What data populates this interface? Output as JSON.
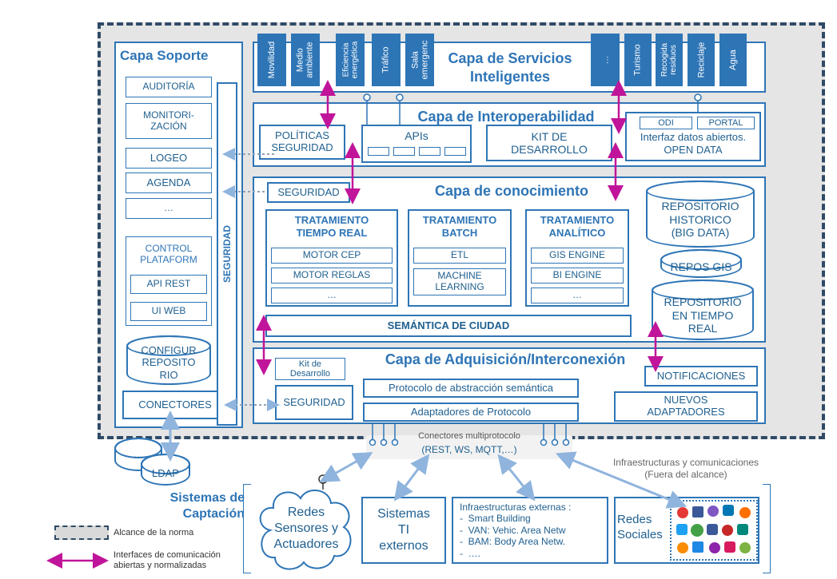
{
  "colors": {
    "accent": "#2e75b6",
    "magenta": "#c0159a",
    "panel": "#e5e5e5",
    "scope_border": "#2f4a66"
  },
  "support": {
    "title": "Capa Soporte",
    "items": [
      "AUDITORÍA",
      "MONITORI-\nZACIÓN",
      "LOGEO",
      "AGENDA",
      "…"
    ],
    "control": "CONTROL\nPLATAFORM",
    "api_rest": "API REST",
    "ui_web": "UI WEB",
    "config": "CONFIGUR\nREPOSITO\nRIO",
    "connectors": "CONECTORES",
    "security": "SEGURIDAD",
    "ldap": "LDAP",
    "ldap_dots": "…"
  },
  "services": {
    "title": "Capa de Servicios\nInteligentes",
    "left": [
      "Movilidad",
      "Medio\nambiente",
      "Eficiencia\nenergética",
      "Tráfico",
      "Sala\nemergenc"
    ],
    "right": [
      "…",
      "Turismo",
      "Recogida\nresiduos",
      "Reciclaje",
      "Agua"
    ]
  },
  "interop": {
    "title": "Capa de Interoperabilidad",
    "policies": "POLÍTICAS\nSEGURIDAD",
    "apis": "APIs",
    "kit": "KIT DE\nDESARROLLO",
    "odi": "ODI",
    "portal": "PORTAL",
    "open_data": "Interfaz datos abiertos.\nOPEN DATA"
  },
  "knowledge": {
    "title": "Capa de conocimiento",
    "security": "SEGURIDAD",
    "rt": {
      "title": "TRATAMIENTO\nTIEMPO REAL",
      "items": [
        "MOTOR CEP",
        "MOTOR REGLAS",
        "…"
      ]
    },
    "batch": {
      "title": "TRATAMIENTO\nBATCH",
      "items": [
        "ETL",
        "MACHINE\nLEARNING"
      ]
    },
    "analytic": {
      "title": "TRATAMIENTO\nANALÍTICO",
      "items": [
        "GIS ENGINE",
        "BI ENGINE",
        "…"
      ]
    },
    "semantic": "SEMÁNTICA DE CIUDAD",
    "repo_hist": "REPOSITORIO\nHISTORICO\n(BIG DATA)",
    "repo_gis": "REPOS GIS",
    "repo_rt": "REPOSITORIO\nEN TIEMPO\nREAL"
  },
  "acquisition": {
    "title": "Capa de Adquisición/Interconexión",
    "kit": "Kit de\nDesarrollo",
    "security": "SEGURIDAD",
    "protocol_abs": "Protocolo de abstracción semántica",
    "adapters": "Adaptadores de Protocolo",
    "notifications": "NOTIFICACIONES",
    "new_adapters": "NUEVOS\nADAPTADORES"
  },
  "connectors_multi": {
    "line1": "Conectores multiprotocolo",
    "line2": "(REST, WS, MQTT,…)"
  },
  "capture": {
    "title": "Sistemas de\nCaptación",
    "infra_note": "Infraestructuras y comunicaciones\n(Fuera del alcance)",
    "sensors": "Redes\nSensores y\nActuadores",
    "ti": "Sistemas\nTI\nexternos",
    "infra_title": "Infraestructuras externas :",
    "infra_items": [
      "Smart Building",
      "VAN: Vehic. Area Netw",
      "BAM: Body Area Netw.",
      "…."
    ],
    "social": "Redes\nSociales"
  },
  "legend": {
    "scope": "Alcance de la norma",
    "interfaces": "Interfaces de comunicación\nabiertas y normalizadas"
  }
}
